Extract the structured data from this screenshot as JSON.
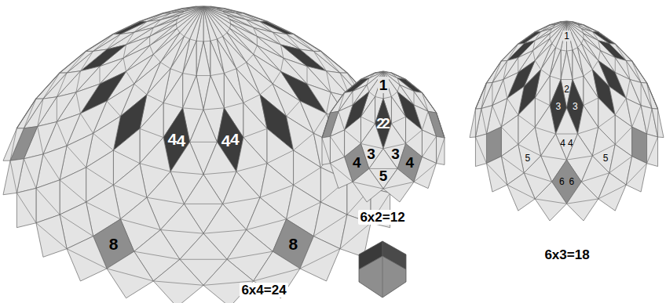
{
  "diagram": {
    "labels": [
      "4",
      "4",
      "4",
      "4",
      "8",
      "8",
      "6x4=24",
      "1",
      "2",
      "2",
      "3",
      "3",
      "4",
      "4",
      "5",
      "6x2=12",
      "1",
      "2",
      "3",
      "3",
      "4",
      "4",
      "5",
      "5",
      "6",
      "6",
      "6x3=18"
    ]
  }
}
